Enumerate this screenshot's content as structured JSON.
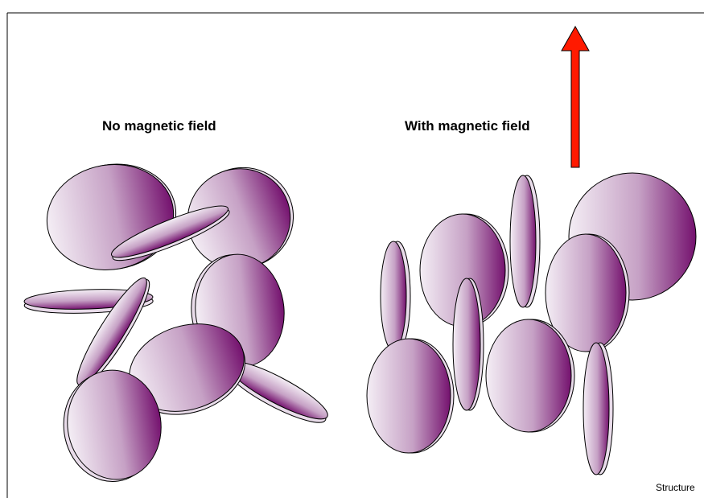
{
  "panels": {
    "left_label": "No magnetic field",
    "right_label": "With magnetic field"
  },
  "footer": {
    "credit": "Structure"
  },
  "colors": {
    "disc_light": "#f4eef5",
    "disc_dark": "#74116e",
    "arrow": "#ff1a00",
    "border": "#000000"
  },
  "icons": {
    "field_arrow": "magnetic-field-arrow-icon"
  }
}
